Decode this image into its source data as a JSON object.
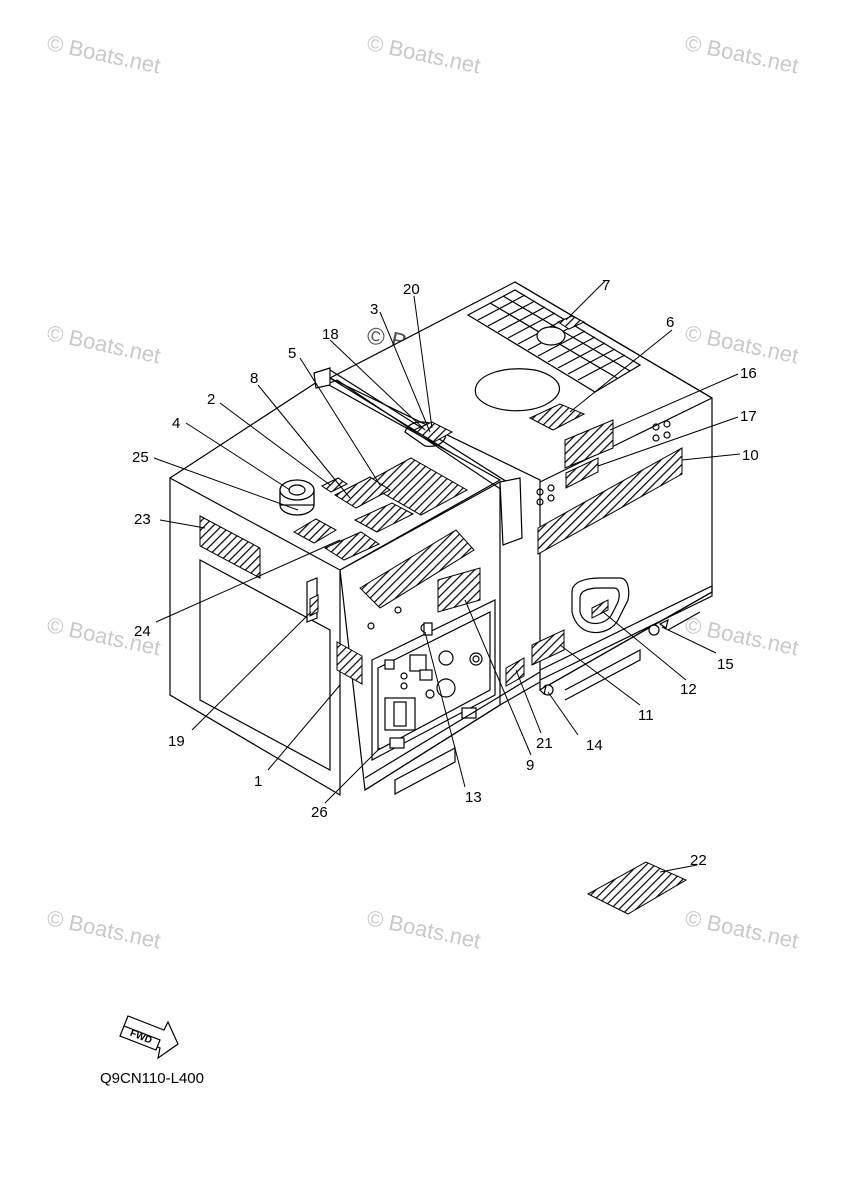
{
  "watermark": {
    "text": "© Boats.net"
  },
  "callouts": [
    "1",
    "2",
    "3",
    "4",
    "5",
    "6",
    "7",
    "8",
    "9",
    "10",
    "11",
    "12",
    "13",
    "14",
    "15",
    "16",
    "17",
    "18",
    "19",
    "20",
    "21",
    "22",
    "23",
    "24",
    "25",
    "26"
  ],
  "fwd_label": "FWD",
  "diagram_code": "Q9CN110-L400"
}
